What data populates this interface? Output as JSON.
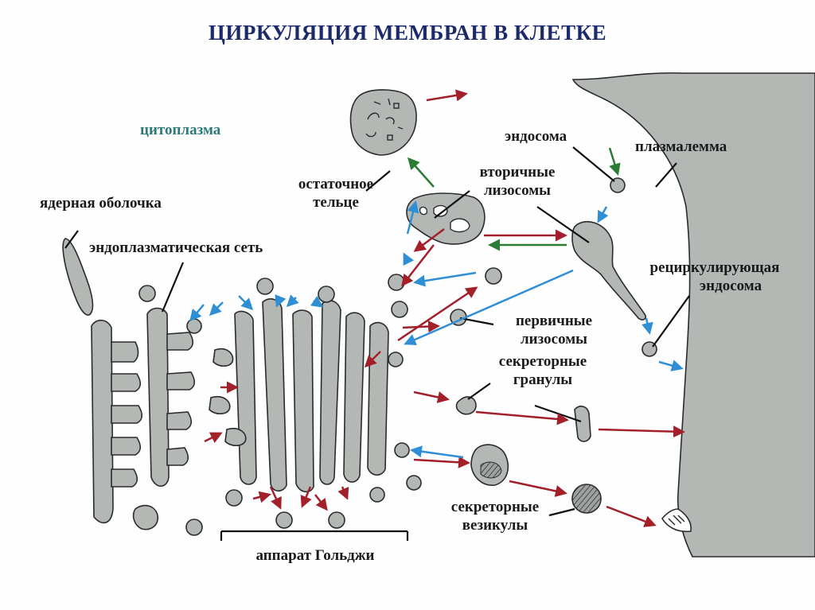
{
  "title": "ЦИРКУЛЯЦИЯ МЕМБРАН В КЛЕТКЕ",
  "labels": {
    "cytoplasm": "цитоплазма",
    "nuclear_envelope": "ядерная оболочка",
    "er": "эндоплазматическая сеть",
    "residual_body_1": "остаточное",
    "residual_body_2": "тельце",
    "secondary_lysosomes_1": "вторичные",
    "secondary_lysosomes_2": "лизосомы",
    "endosome": "эндосома",
    "plasmalemma": "плазмалемма",
    "recycling_endosome_1": "рециркулирующая",
    "recycling_endosome_2": "эндосома",
    "primary_lysosomes_1": "первичные",
    "primary_lysosomes_2": "лизосомы",
    "secretory_granules_1": "секреторные",
    "secretory_granules_2": "гранулы",
    "secretory_vesicles_1": "секреторные",
    "secretory_vesicles_2": "везикулы",
    "golgi": "аппарат Гольджи"
  },
  "colors": {
    "title": "#1c2a6b",
    "cytoplasm_label": "#2e7a78",
    "membrane_fill": "#b3b8b5",
    "arrow_red": "#a3202a",
    "arrow_blue": "#2f8fd6",
    "arrow_green": "#2b7d35"
  }
}
